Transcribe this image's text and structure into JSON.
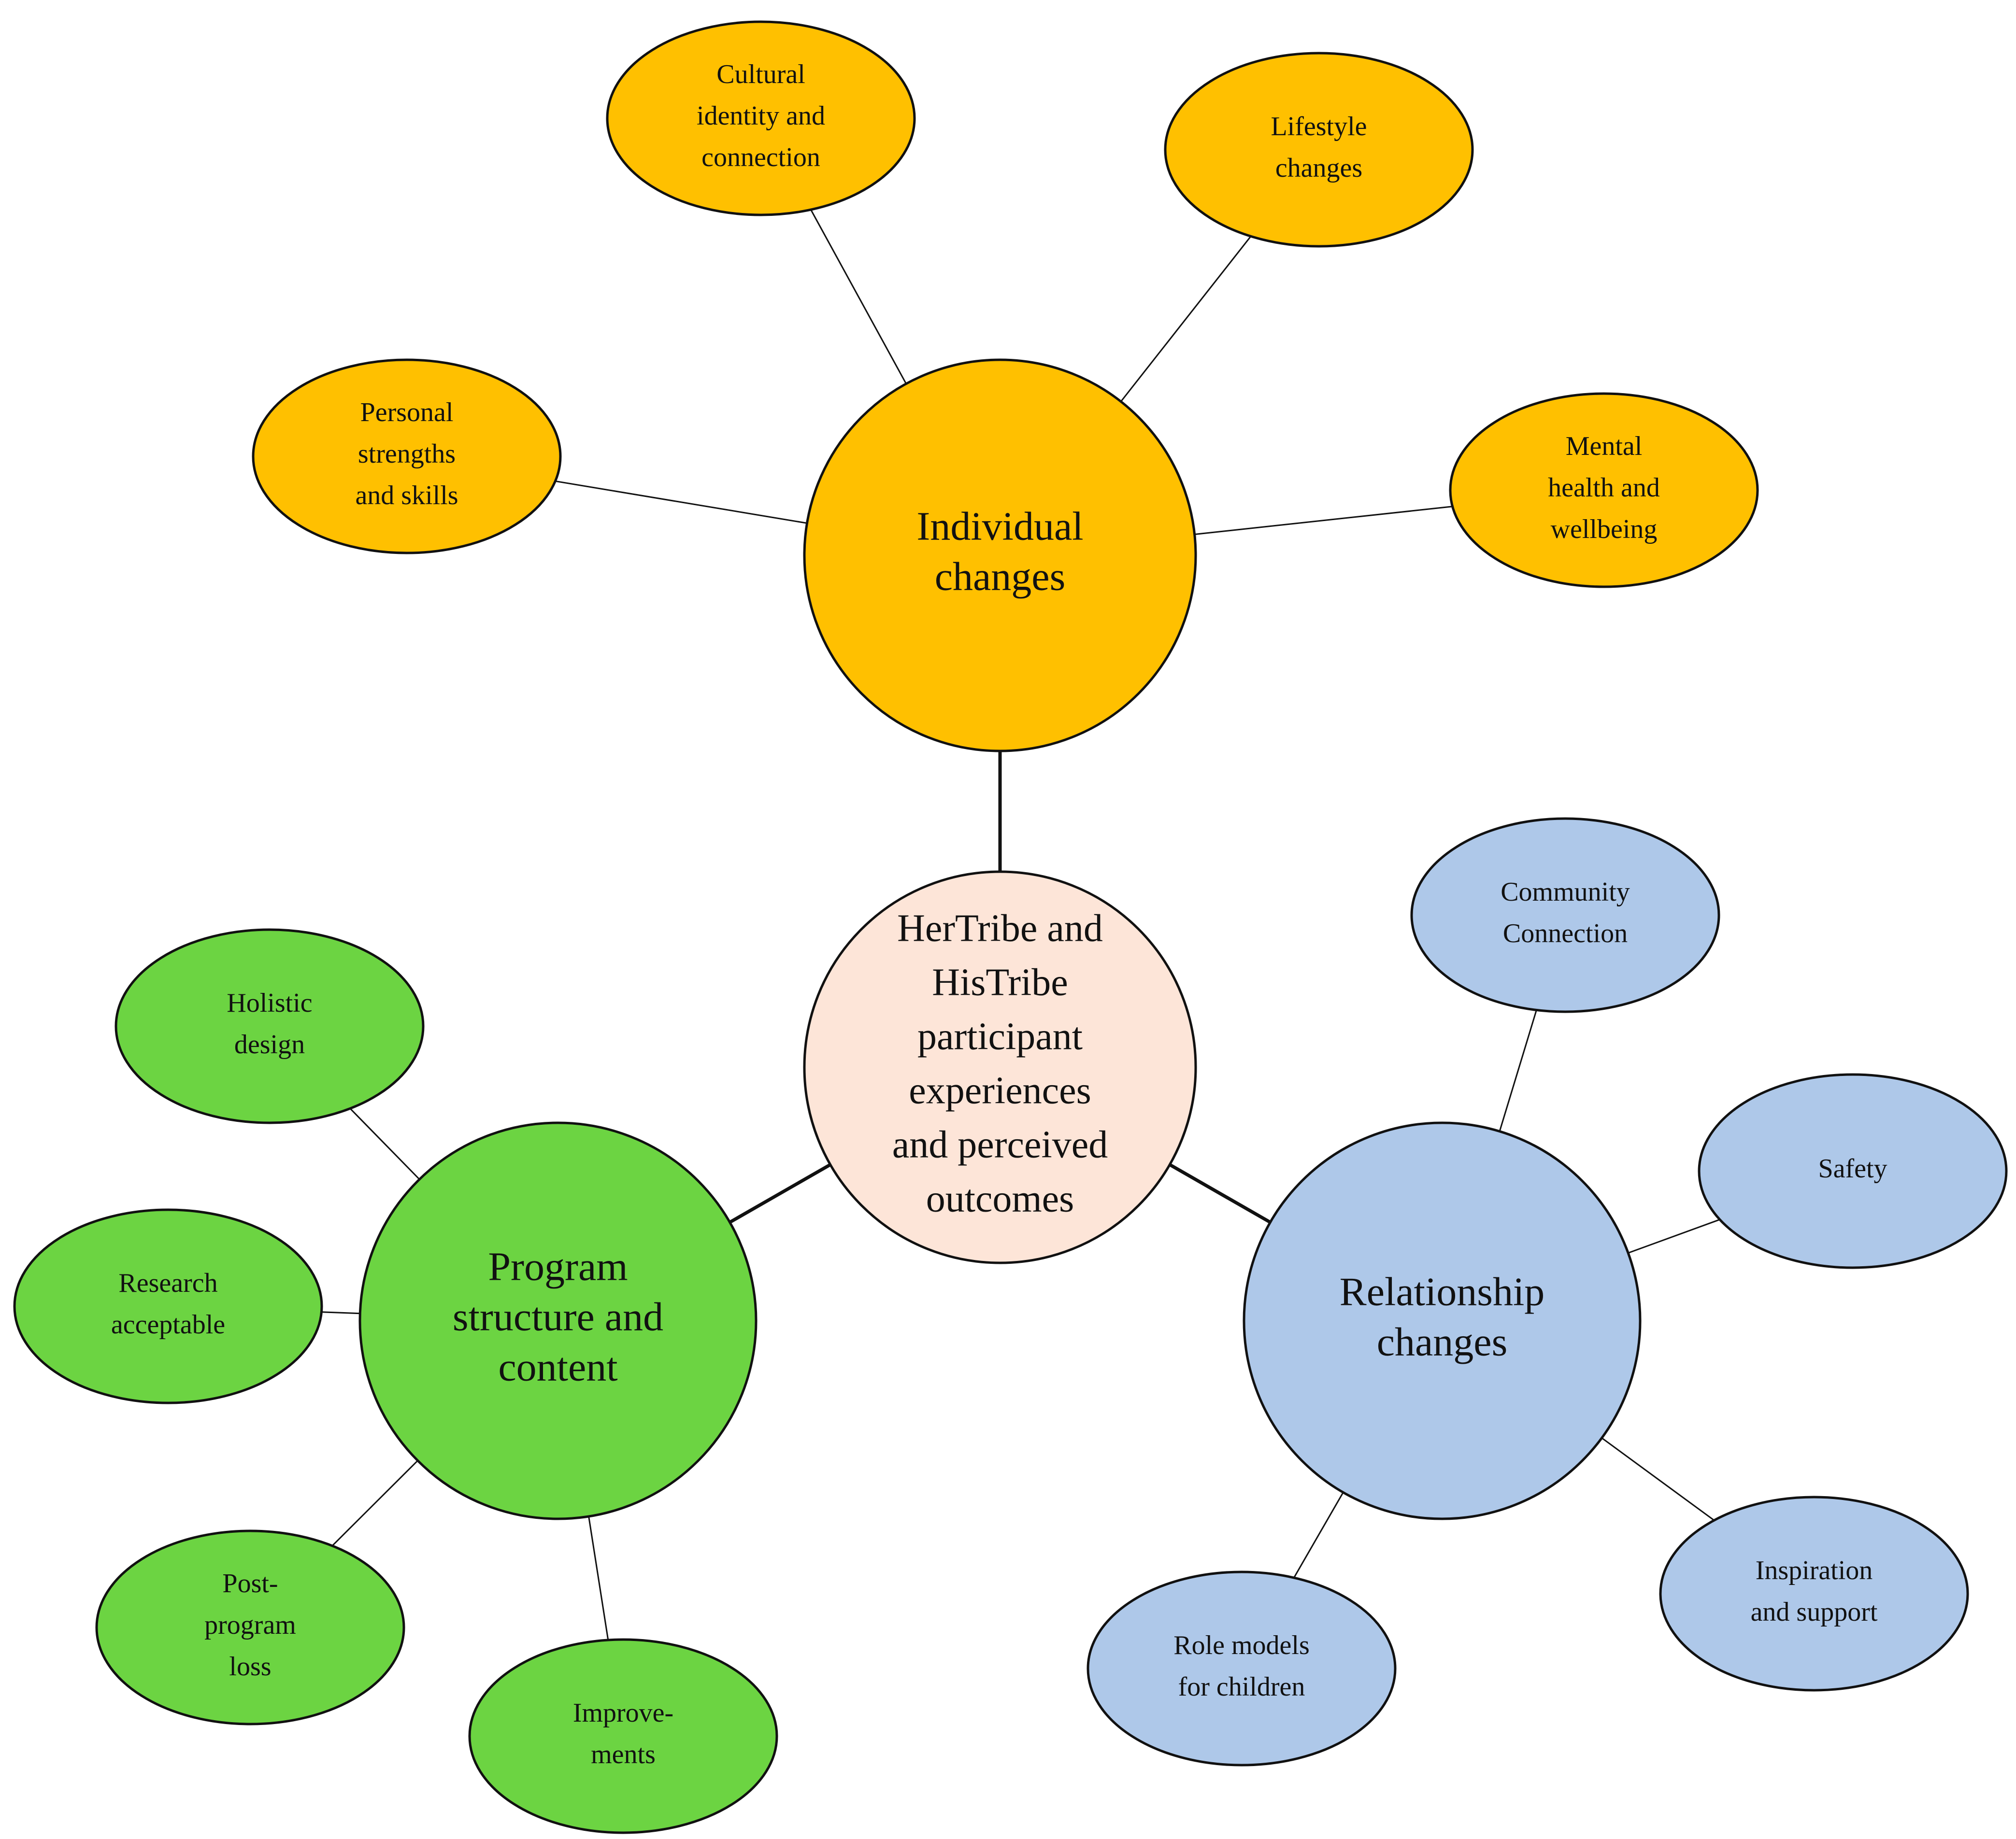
{
  "colors": {
    "center": "#FDE5D8",
    "individual": "#FFC000",
    "program": "#6CD442",
    "relationship": "#AEC8E9"
  },
  "center": {
    "lines": [
      "HerTribe and",
      "HisTribe",
      "participant",
      "experiences",
      "and perceived",
      "outcomes"
    ]
  },
  "hubs": [
    {
      "id": "individual",
      "lines": [
        "Individual",
        "changes"
      ]
    },
    {
      "id": "program",
      "lines": [
        "Program",
        "structure and",
        "content"
      ]
    },
    {
      "id": "relationship",
      "lines": [
        "Relationship",
        "changes"
      ]
    }
  ],
  "leaves": [
    {
      "id": "cultural",
      "hub": "individual",
      "lines": [
        "Cultural",
        "identity and",
        "connection"
      ]
    },
    {
      "id": "lifestyle",
      "hub": "individual",
      "lines": [
        "Lifestyle",
        "changes"
      ]
    },
    {
      "id": "personal",
      "hub": "individual",
      "lines": [
        "Personal",
        "strengths",
        "and skills"
      ]
    },
    {
      "id": "mental",
      "hub": "individual",
      "lines": [
        "Mental",
        "health and",
        "wellbeing"
      ]
    },
    {
      "id": "holistic",
      "hub": "program",
      "lines": [
        "Holistic",
        "design"
      ]
    },
    {
      "id": "research",
      "hub": "program",
      "lines": [
        "Research",
        "acceptable"
      ]
    },
    {
      "id": "post",
      "hub": "program",
      "lines": [
        "Post-",
        "program",
        "loss"
      ]
    },
    {
      "id": "improve",
      "hub": "program",
      "lines": [
        "Improve-",
        "ments"
      ]
    },
    {
      "id": "community",
      "hub": "relationship",
      "lines": [
        "Community",
        "Connection"
      ]
    },
    {
      "id": "safety",
      "hub": "relationship",
      "lines": [
        "Safety"
      ]
    },
    {
      "id": "inspiration",
      "hub": "relationship",
      "lines": [
        "Inspiration",
        "and support"
      ]
    },
    {
      "id": "rolemodels",
      "hub": "relationship",
      "lines": [
        "Role models",
        "for children"
      ]
    }
  ]
}
